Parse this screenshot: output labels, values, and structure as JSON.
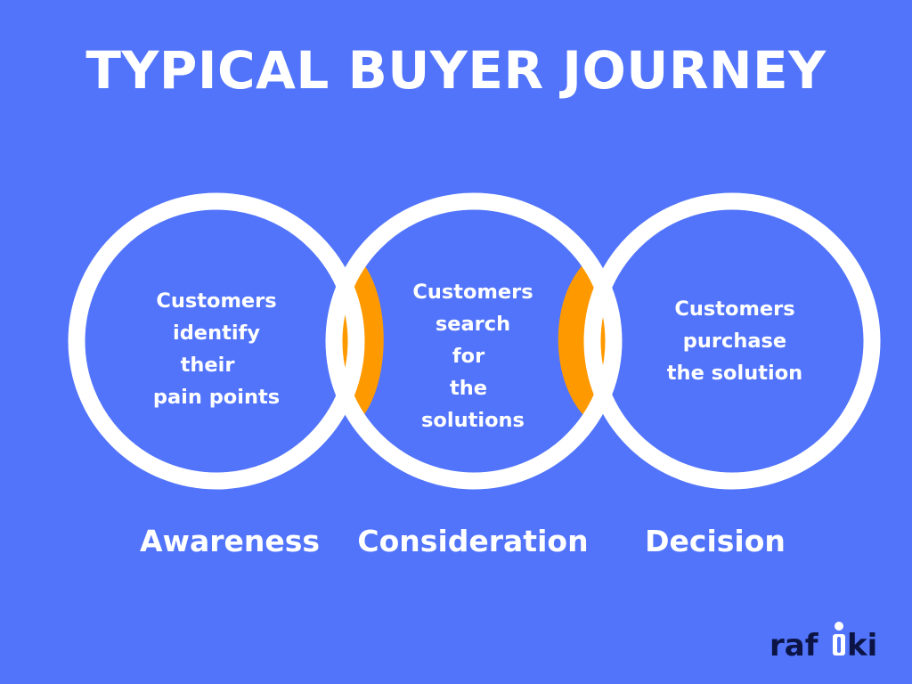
{
  "title": "TYPICAL BUYER JOURNEY",
  "colors": {
    "background": "#5174fb",
    "ring": "#ffffff",
    "overlap": "#ff9900",
    "text": "#ffffff",
    "logo_text": "#0c1445",
    "logo_accent": "#5174fb"
  },
  "stages": [
    {
      "label": "Awareness",
      "description": [
        "Customers",
        "identify",
        "their",
        "pain points"
      ]
    },
    {
      "label": "Consideration",
      "description": [
        "Customers",
        "search",
        "for",
        "the",
        "solutions"
      ]
    },
    {
      "label": "Decision",
      "description": [
        "Customers",
        "purchase",
        "the solution"
      ]
    }
  ],
  "logo": {
    "text": "rafiki"
  }
}
